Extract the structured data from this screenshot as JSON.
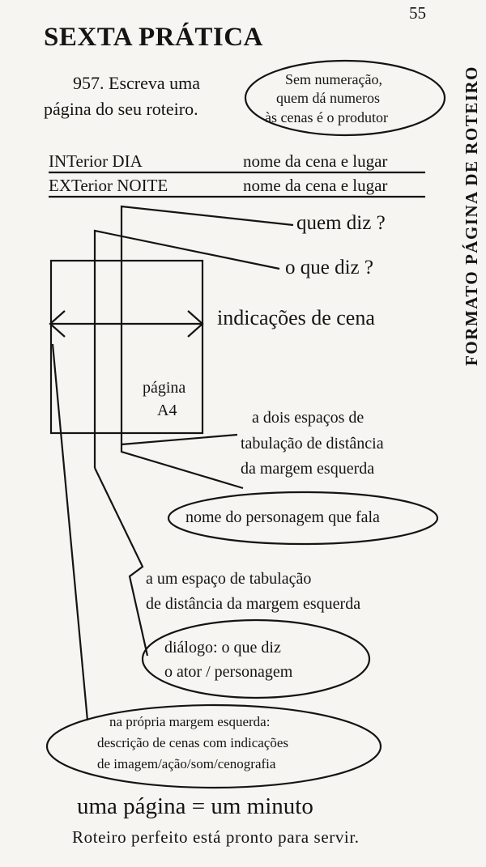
{
  "page_number": "55",
  "title": "SEXTA PRÁTICA",
  "side_title": "FORMATO PÁGINA DE ROTEIRO",
  "exercise": {
    "line1": "957. Escreva uma",
    "line2": "página do seu roteiro."
  },
  "note_oval": {
    "line1": "Sem numeração,",
    "line2": "quem dá numeros",
    "line3": "às cenas é o produtor"
  },
  "header_rows": [
    {
      "left": "INTerior DIA",
      "right": "nome da cena e lugar"
    },
    {
      "left": "EXTerior NOITE",
      "right": "nome da cena e lugar"
    }
  ],
  "quem_diz": "quem  diz ?",
  "o_que_diz": "o que diz ?",
  "indicacoes": "indicações de cena",
  "page_box": {
    "line1": "página",
    "line2": "A4"
  },
  "dois_espacos": {
    "line1": "a dois espaços de",
    "line2": "tabulação de distância",
    "line3": "da margem esquerda"
  },
  "personagem_oval": "nome do personagem que fala",
  "um_espaco": {
    "line1": "a um espaço de tabulação",
    "line2": "de distância da margem esquerda"
  },
  "dialogo_oval": {
    "line1": "diálogo: o que diz",
    "line2": "o ator / personagem"
  },
  "margem_oval": {
    "line1": "na própria margem esquerda:",
    "line2": "descrição de cenas com indicações",
    "line3": "de imagem/ação/som/cenografia"
  },
  "rule": "uma página = um minuto",
  "footer": "Roteiro perfeito está pronto para servir."
}
